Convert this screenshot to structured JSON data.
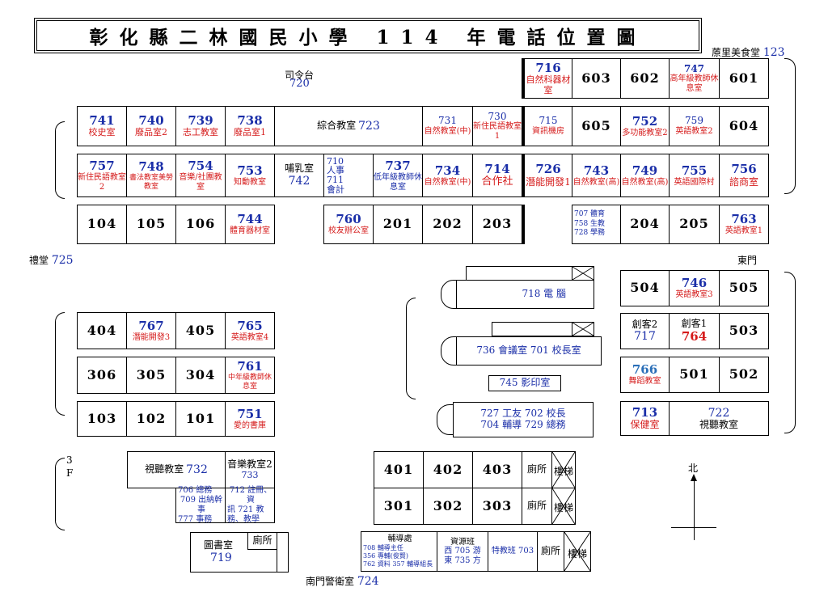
{
  "title": "彰化縣二林國民小學 114 年電話位置圖",
  "labels": {
    "siling": "司令台",
    "siling_num": "720",
    "wanli": "蒝里美食堂",
    "wanli_num": "123",
    "litang": "禮堂",
    "litang_num": "725",
    "dongmen": "東門",
    "north": "北",
    "nanmen": "南門警衛室",
    "nanmen_num": "724",
    "floor3": "3",
    "floor3f": "F"
  },
  "row1": [
    {
      "num": "716",
      "name": "自然科器材室"
    },
    {
      "num": "603"
    },
    {
      "num": "602"
    },
    {
      "num": "747",
      "name": "高年級教師休息室"
    },
    {
      "num": "601"
    }
  ],
  "row2": [
    {
      "num": "741",
      "name": "校史室"
    },
    {
      "num": "740",
      "name": "廢品室2"
    },
    {
      "num": "739",
      "name": "志工教室"
    },
    {
      "num": "738",
      "name": "廢品室1"
    },
    {
      "name": "綜合教室",
      "num": "723"
    },
    {
      "num": "731",
      "name": "自然教室(中)"
    },
    {
      "num": "730",
      "name": "新住民語教室1"
    },
    {
      "num": "715",
      "name": "資訊機房"
    },
    {
      "num": "605"
    },
    {
      "num": "752",
      "name": "多功能教室2"
    },
    {
      "num": "759",
      "name": "英語教室2"
    },
    {
      "num": "604"
    }
  ],
  "row3": [
    {
      "num": "757",
      "name": "新住民語教室2"
    },
    {
      "num": "748",
      "name": "書法教室美勞教室"
    },
    {
      "num": "754",
      "name": "音樂/社團教室"
    },
    {
      "num": "753",
      "name": "知動教室"
    },
    {
      "name": "哺乳室",
      "num": "742"
    },
    {
      "l1": "710",
      "l2": "人事",
      "l3": "711",
      "l4": "會計"
    },
    {
      "num": "737",
      "name": "低年級教師休息室"
    },
    {
      "num": "734",
      "name": "自然教室(中)"
    },
    {
      "num": "714",
      "name": "合作社"
    },
    {
      "num": "726",
      "name": "潛能開發1"
    },
    {
      "num": "743",
      "name": "自然教室(高)"
    },
    {
      "num": "749",
      "name": "自然教室(高)"
    },
    {
      "num": "755",
      "name": "英語國際村"
    },
    {
      "num": "756",
      "name": "諮商室"
    }
  ],
  "row4": [
    {
      "num": "104"
    },
    {
      "num": "105"
    },
    {
      "num": "106"
    },
    {
      "num": "744",
      "name": "體育器材室"
    },
    {
      "num": "760",
      "name": "校友辦公室"
    },
    {
      "num": "201"
    },
    {
      "num": "202"
    },
    {
      "num": "203"
    },
    {
      "l1": "707 體育",
      "l2": "758 生教",
      "l3": "728 學務"
    },
    {
      "num": "204"
    },
    {
      "num": "205"
    },
    {
      "num": "763",
      "name": "英語教室1"
    }
  ],
  "center": {
    "computer": "718 電 腦",
    "meeting": "736 會議室 701 校長室",
    "print": "745 影印室",
    "office1": "727 工友 702 校長",
    "office2": "704 輔導 729 總務"
  },
  "east": [
    {
      "num": "504"
    },
    {
      "num": "746",
      "name": "英語教室3"
    },
    {
      "num": "505"
    },
    {
      "name": "創客2",
      "num": "717"
    },
    {
      "name": "創客1",
      "num": "764"
    },
    {
      "num": "503"
    },
    {
      "num": "766",
      "name": "舞蹈教室"
    },
    {
      "num": "501"
    },
    {
      "num": "502"
    },
    {
      "num": "713",
      "name": "保健室"
    },
    {
      "num": "722",
      "name": "視聽教室"
    }
  ],
  "west": [
    {
      "num": "404"
    },
    {
      "num": "767",
      "name": "潛能開發3"
    },
    {
      "num": "405"
    },
    {
      "num": "765",
      "name": "英語教室4"
    },
    {
      "num": "306"
    },
    {
      "num": "305"
    },
    {
      "num": "304"
    },
    {
      "num": "761",
      "name": "中年級教師休息室"
    },
    {
      "num": "103"
    },
    {
      "num": "102"
    },
    {
      "num": "101"
    },
    {
      "num": "751",
      "name": "愛的書庫"
    }
  ],
  "bottom": {
    "av": "視聽教室",
    "av_num": "732",
    "music": "音樂教室2",
    "music_num": "733",
    "office_a": [
      "706 總務",
      "709 出納幹事",
      "777 事務"
    ],
    "office_b": [
      "712 註冊、資",
      "訊 721 教",
      "務、教學"
    ],
    "library": "圖書室",
    "library_num": "719",
    "toilet": "廁所",
    "r401": "401",
    "r402": "402",
    "r403": "403",
    "r301": "301",
    "r302": "302",
    "r303": "303",
    "wc": "廁所",
    "stairs": "樓梯",
    "guidance": "輔導處",
    "guidance_lines": [
      "708 輔導主任",
      "356 專輔(俊賢)",
      "762 資料 357 輔導組長"
    ],
    "resource": "資源班",
    "resource_lines": [
      "西 705 游",
      "東 735 方"
    ],
    "special": "特教班 703"
  }
}
